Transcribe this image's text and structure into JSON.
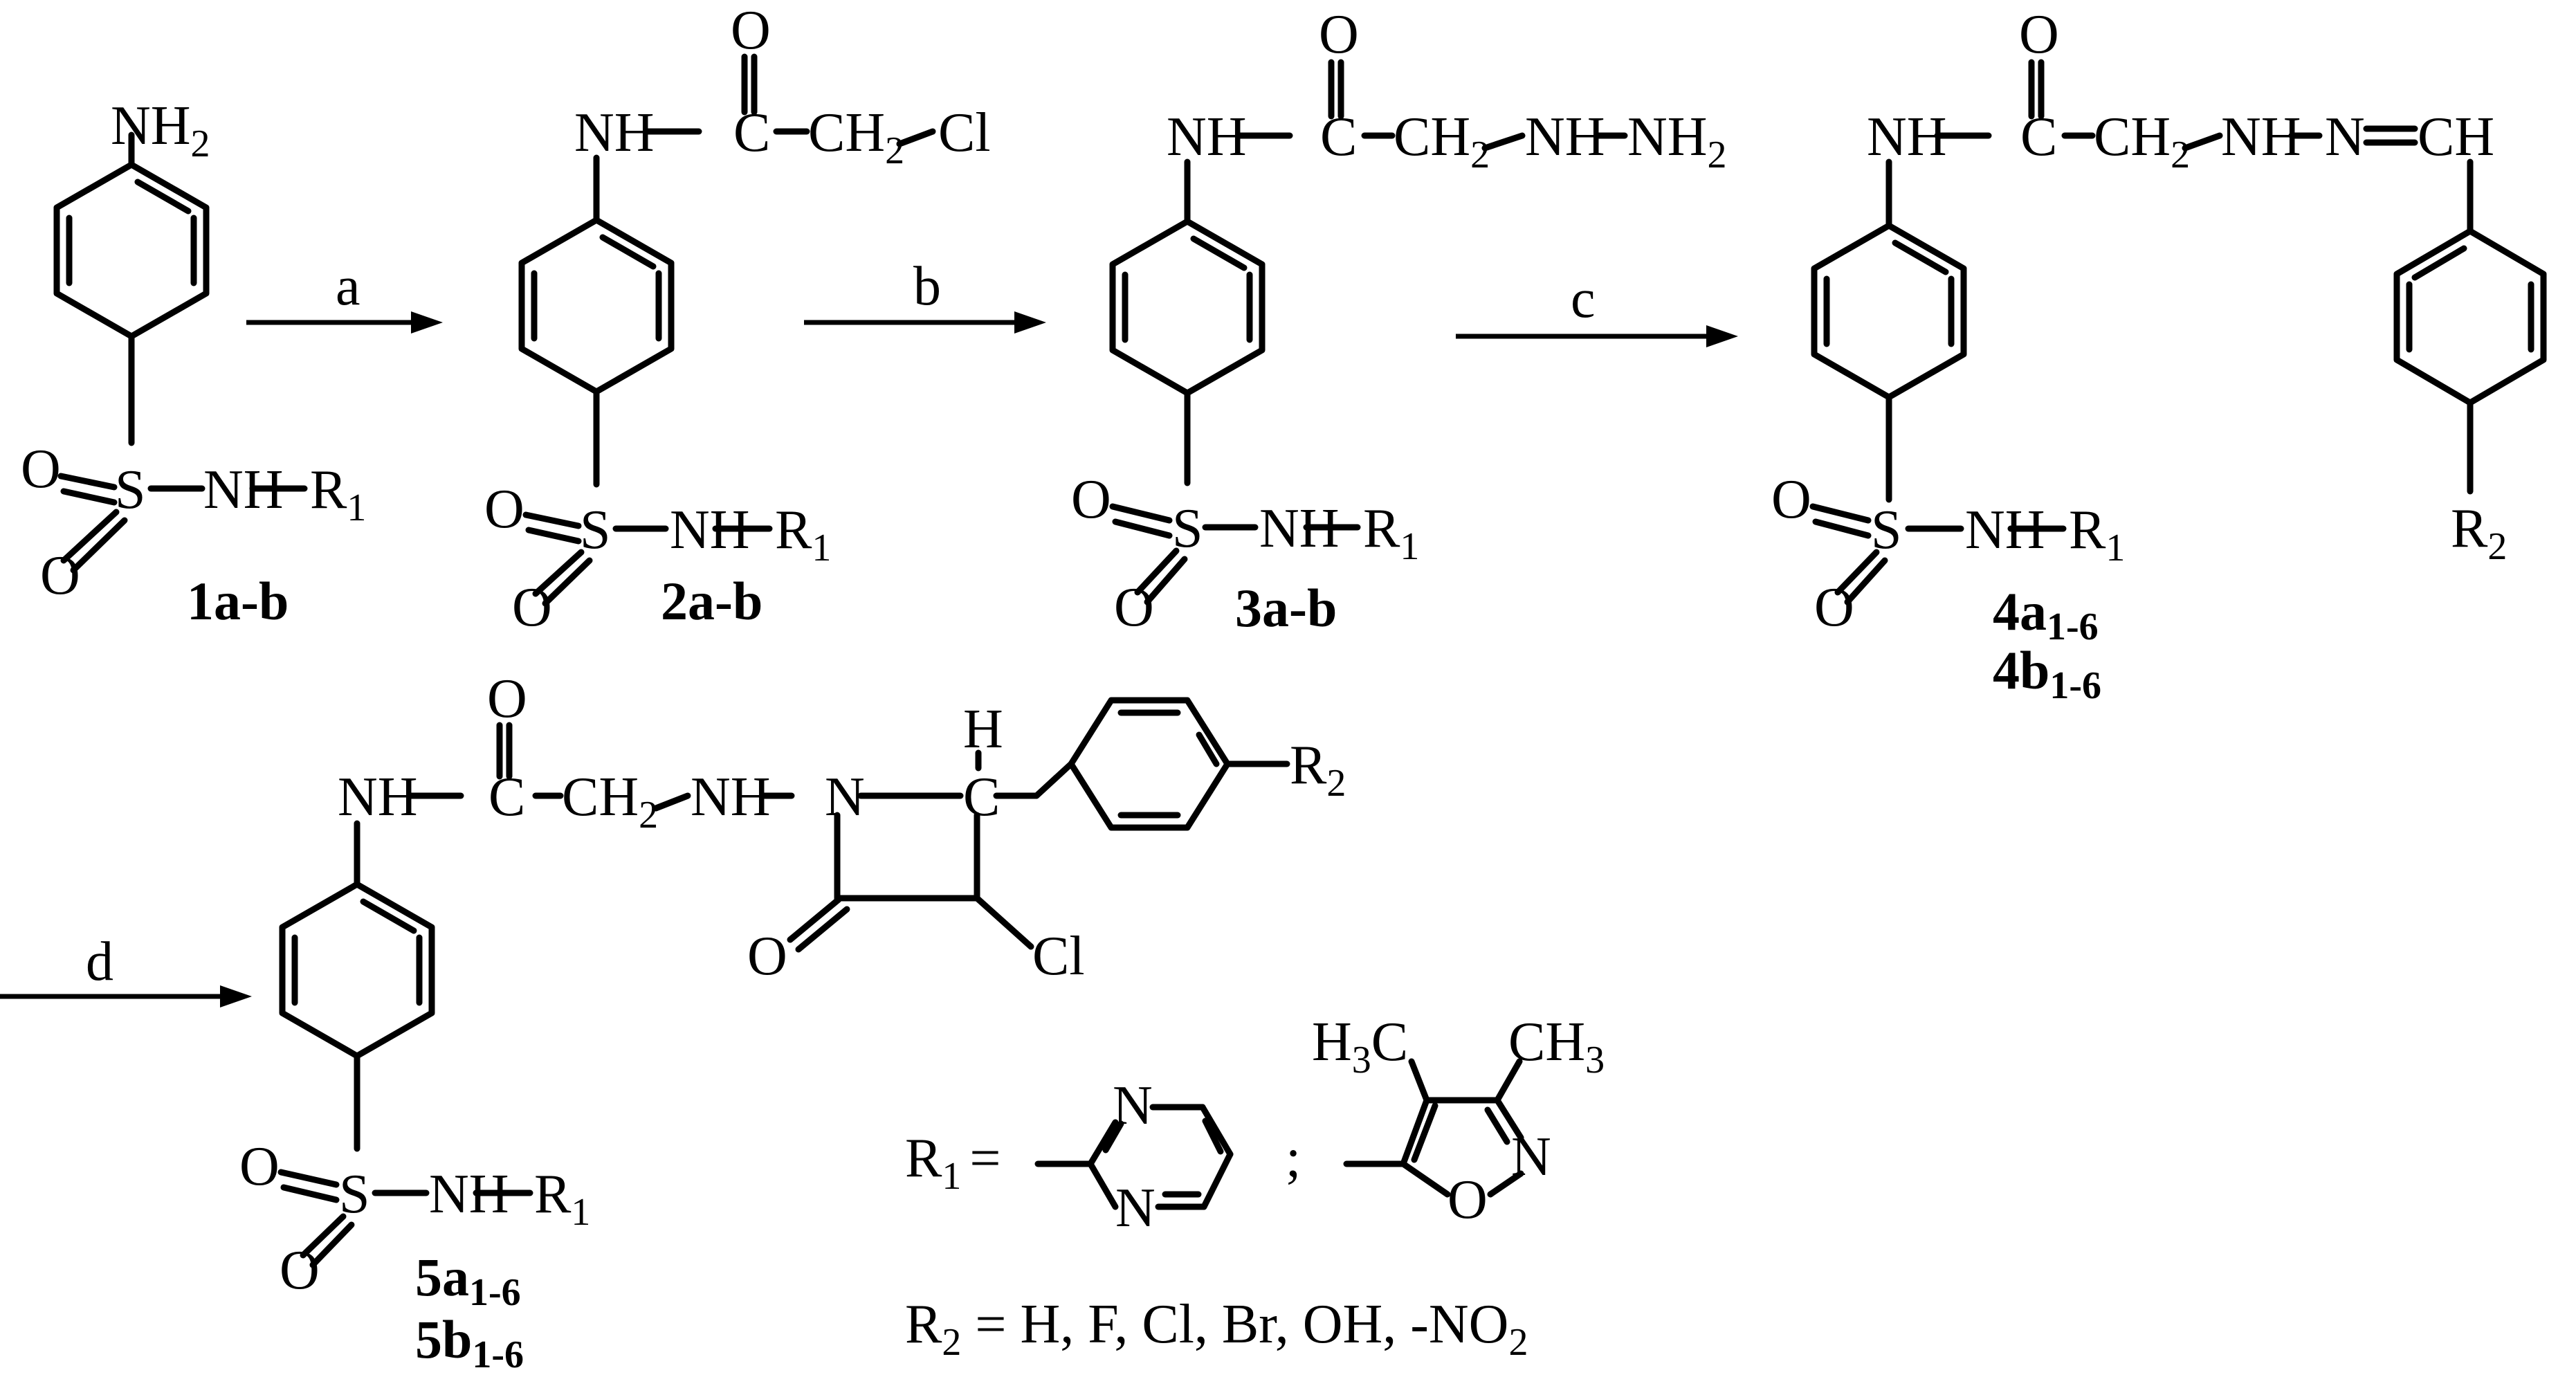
{
  "atoms": {
    "nh2": "NH",
    "two": "2",
    "nh": "NH",
    "o": "O",
    "c": "C",
    "ch2": "CH",
    "cl": "Cl",
    "n": "N",
    "h": "H",
    "s": "S",
    "r": "R",
    "one": "1",
    "ch": "CH",
    "h3c": "H",
    "three": "3",
    "c_alone": "C",
    "semicolon": ";",
    "equals": "="
  },
  "arrows": {
    "a": "a",
    "b": "b",
    "c": "c",
    "d": "d"
  },
  "compounds": {
    "c1": "1a-b",
    "c2": "2a-b",
    "c3": "3a-b",
    "c4a": "4a",
    "c4b": "4b",
    "c5a": "5a",
    "c5b": "5b",
    "range": "1-6"
  },
  "legend": {
    "r2_text": " = H, F, Cl, Br, OH, -NO"
  }
}
